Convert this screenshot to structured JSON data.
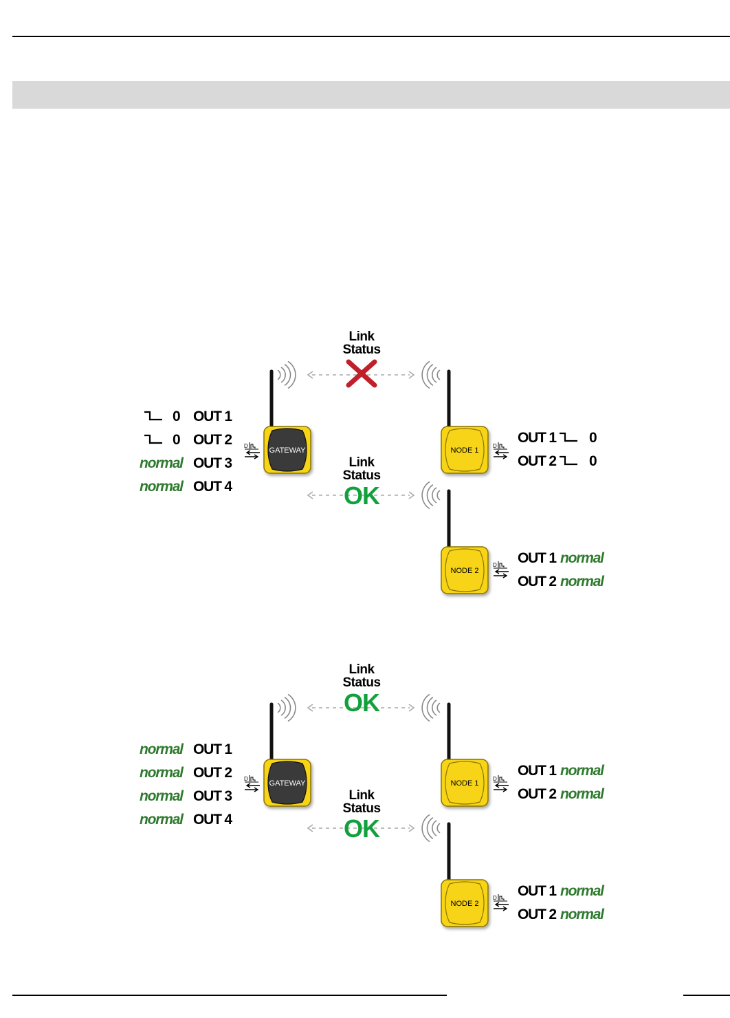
{
  "diagrams": [
    {
      "gateway": {
        "name": "GATEWAY",
        "outputs": [
          {
            "value": "0",
            "kind": "step",
            "label": "OUT 1"
          },
          {
            "value": "0",
            "kind": "step",
            "label": "OUT 2"
          },
          {
            "value": "normal",
            "kind": "normal",
            "label": "OUT 3"
          },
          {
            "value": "normal",
            "kind": "normal",
            "label": "OUT 4"
          }
        ]
      },
      "node1": {
        "name": "NODE 1",
        "outputs": [
          {
            "value": "0",
            "kind": "step",
            "label": "OUT 1"
          },
          {
            "value": "0",
            "kind": "step",
            "label": "OUT 2"
          }
        ]
      },
      "node2": {
        "name": "NODE 2",
        "outputs": [
          {
            "value": "normal",
            "kind": "normal",
            "label": "OUT 1"
          },
          {
            "value": "normal",
            "kind": "normal",
            "label": "OUT 2"
          }
        ]
      },
      "links": [
        {
          "line1": "Link",
          "line2": "Status",
          "state": "failed"
        },
        {
          "line1": "Link",
          "line2": "Status",
          "state": "OK"
        }
      ]
    },
    {
      "gateway": {
        "name": "GATEWAY",
        "outputs": [
          {
            "value": "normal",
            "kind": "normal",
            "label": "OUT 1"
          },
          {
            "value": "normal",
            "kind": "normal",
            "label": "OUT 2"
          },
          {
            "value": "normal",
            "kind": "normal",
            "label": "OUT 3"
          },
          {
            "value": "normal",
            "kind": "normal",
            "label": "OUT 4"
          }
        ]
      },
      "node1": {
        "name": "NODE 1",
        "outputs": [
          {
            "value": "normal",
            "kind": "normal",
            "label": "OUT 1"
          },
          {
            "value": "normal",
            "kind": "normal",
            "label": "OUT 2"
          }
        ]
      },
      "node2": {
        "name": "NODE 2",
        "outputs": [
          {
            "value": "normal",
            "kind": "normal",
            "label": "OUT 1"
          },
          {
            "value": "normal",
            "kind": "normal",
            "label": "OUT 2"
          }
        ]
      },
      "links": [
        {
          "line1": "Link",
          "line2": "Status",
          "state": "OK"
        },
        {
          "line1": "Link",
          "line2": "Status",
          "state": "OK"
        }
      ]
    }
  ],
  "colors": {
    "normal": "#2f7a2f",
    "ok": "#12a03c",
    "fail": "#c0202a",
    "device_yellow": "#f7d417",
    "gateway_dark": "#3a3a3a"
  },
  "icons": {
    "device_io": "data-io-icon",
    "radio": "radio-wave-icon",
    "fail": "x-mark-icon",
    "signal_step": "falling-edge-icon"
  }
}
